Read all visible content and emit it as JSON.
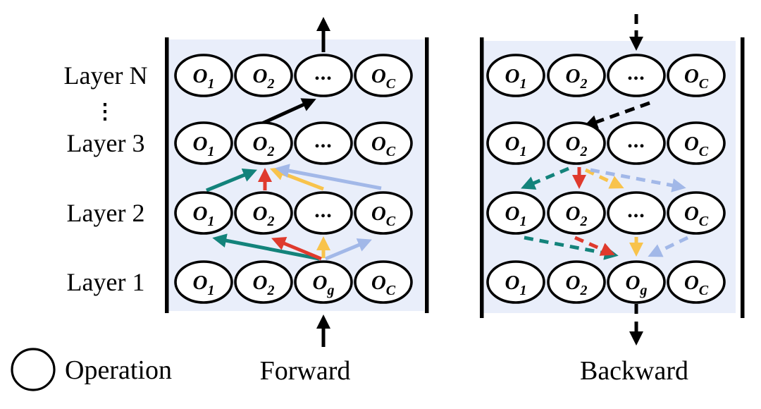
{
  "figure": {
    "legend_label": "Operation",
    "captions": {
      "forward": "Forward",
      "backward": "Backward"
    },
    "layer_labels": [
      "Layer N",
      "Layer 3",
      "Layer 2",
      "Layer 1"
    ],
    "vertical_ellipsis": "⋮",
    "node_labels": {
      "o1": {
        "base": "O",
        "sub": "1"
      },
      "o2": {
        "base": "O",
        "sub": "2"
      },
      "dots": "...",
      "oc": {
        "base": "O",
        "sub": "C"
      },
      "og": {
        "base": "O",
        "sub": "g"
      }
    },
    "colors": {
      "panel_bg": "#e9eefa",
      "node_fill": "#ffffff",
      "gumbel_node_fill": "#fbecd0",
      "black": "#000000",
      "teal": "#13837b",
      "red": "#df3a2d",
      "yellow": "#f8c34c",
      "blue": "#a2b8e8"
    }
  }
}
